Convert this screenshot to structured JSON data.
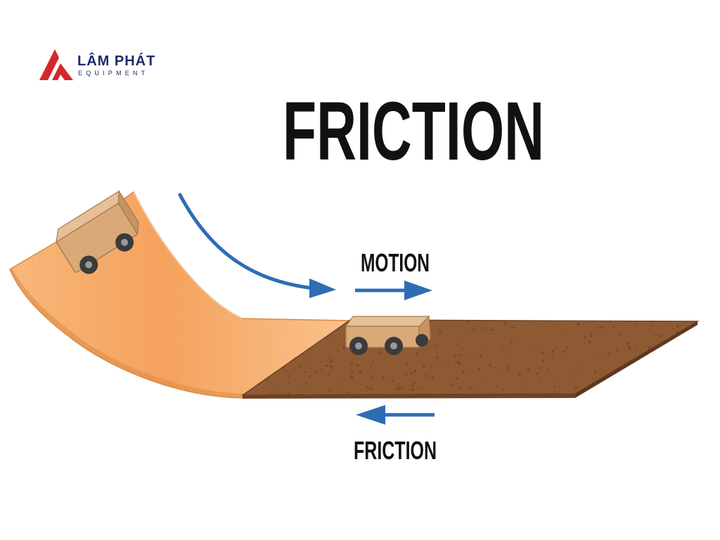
{
  "logo": {
    "name": "LÂM PHÁT",
    "tagline": "EQUIPMENT",
    "brand_red": "#d7262b",
    "brand_navy": "#1f2a6b"
  },
  "title": "FRICTION",
  "labels": {
    "motion": "MOTION",
    "friction": "FRICTION"
  },
  "colors": {
    "ramp": "#f6ad6b",
    "ramp_edge": "#d88a45",
    "ground": "#8e5a34",
    "ground_edge": "#6e4224",
    "arrow": "#2e6db4",
    "car": "#d9a978",
    "wheel": "#3b3b3b"
  },
  "icons": {
    "logo_mark": "lp-triangle-logo-icon",
    "motion_arrow": "arrow-right-icon",
    "friction_arrow": "arrow-left-icon",
    "slide_arrow": "curved-arrow-icon"
  }
}
